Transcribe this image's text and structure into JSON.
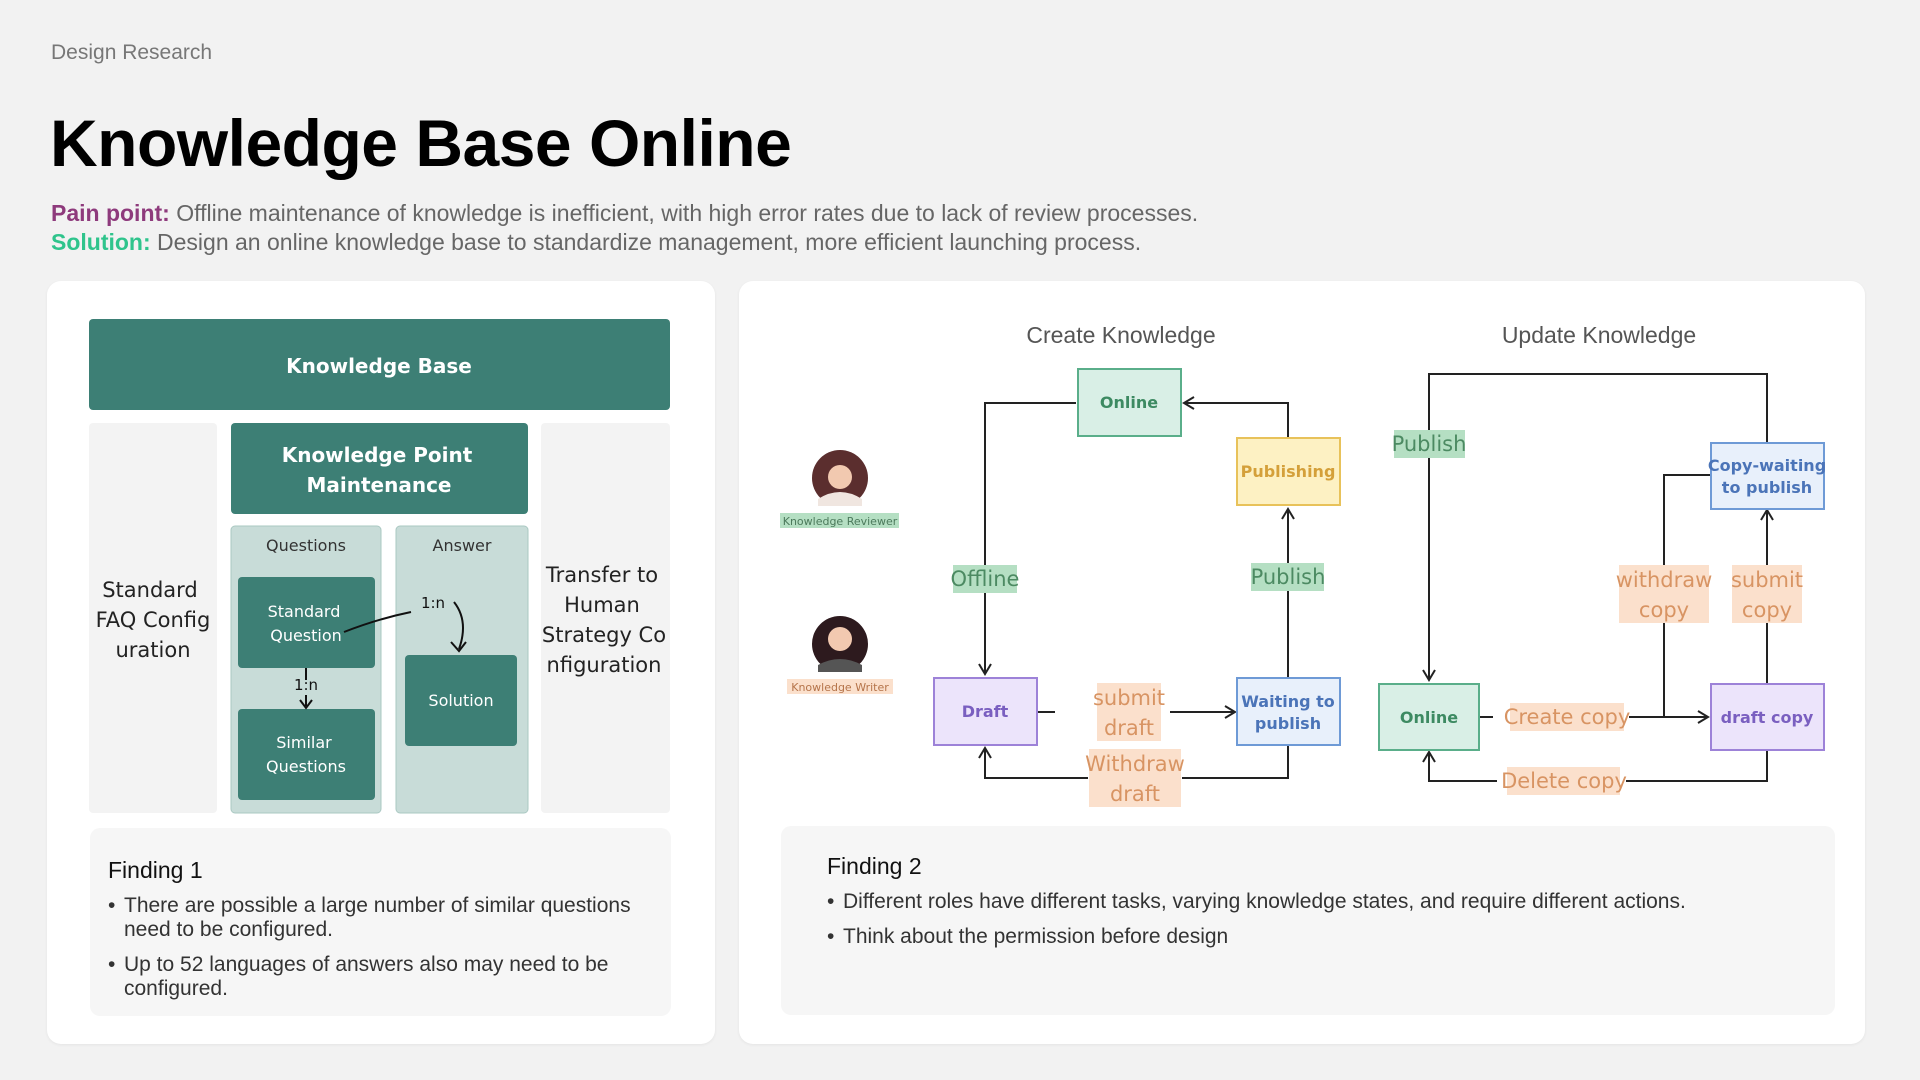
{
  "header": {
    "eyebrow": "Design Research",
    "title": "Knowledge Base Online",
    "pain_label": "Pain point:",
    "pain_text": " Offline maintenance of knowledge is inefficient, with high error rates due to lack of review processes.",
    "solution_label": "Solution:",
    "solution_text": " Design an online knowledge base to standardize management, more efficient launching process."
  },
  "left_diagram": {
    "kb": "Knowledge Base",
    "kpm_line1": "Knowledge Point",
    "kpm_line2": "Maintenance",
    "std_faq": [
      "Standard",
      "FAQ Config",
      "uration"
    ],
    "transfer": [
      "Transfer to",
      "Human",
      "Strategy Co",
      "nfiguration"
    ],
    "questions": "Questions",
    "answer": "Answer",
    "std_question": [
      "Standard",
      "Question"
    ],
    "similar": [
      "Similar",
      "Questions"
    ],
    "solution": "Solution",
    "ratio_a": "1:n",
    "ratio_b": "1:n"
  },
  "finding1": {
    "title": "Finding 1",
    "bullets": [
      "There are possible a large number of similar questions need to be configured.",
      "Up to 52 languages of answers also may need to be configured."
    ]
  },
  "right_diagram": {
    "create_title": "Create Knowledge",
    "update_title": "Update Knowledge",
    "reviewer": "Knowledge Reviewer",
    "writer": "Knowledge Writer",
    "states": {
      "online": "Online",
      "publishing": "Publishing",
      "draft": "Draft",
      "waiting": [
        "Waiting to",
        "publish"
      ],
      "online2": "Online",
      "copy_waiting": [
        "Copy-waiting",
        "to publish"
      ],
      "draft_copy": "draft copy"
    },
    "actions": {
      "offline": "Offline",
      "publish": "Publish",
      "submit_draft": [
        "submit",
        "draft"
      ],
      "withdraw_draft": [
        "Withdraw",
        "draft"
      ],
      "publish2": "Publish",
      "withdraw_copy": [
        "withdraw",
        "copy"
      ],
      "submit_copy": [
        "submit",
        "copy"
      ],
      "create_copy": "Create copy",
      "delete_copy": "Delete copy"
    }
  },
  "finding2": {
    "title": "Finding 2",
    "bullets": [
      "Different roles have different tasks, varying knowledge states, and require different actions.",
      "Think about the permission before design"
    ]
  },
  "colors": {
    "teal": "#3d7f75",
    "teal_light": "#c8dcd8",
    "panel_gray": "#f3f3f3",
    "pain": "#8e3a7c",
    "solution": "#2fc48c",
    "green_state": "#d9efe6",
    "yellow_state": "#fdf1c3",
    "purple_state": "#ece4fb",
    "blue_state": "#e8f0fb",
    "action_orange": "#fbe0cc",
    "action_green": "#b5dfc3"
  }
}
